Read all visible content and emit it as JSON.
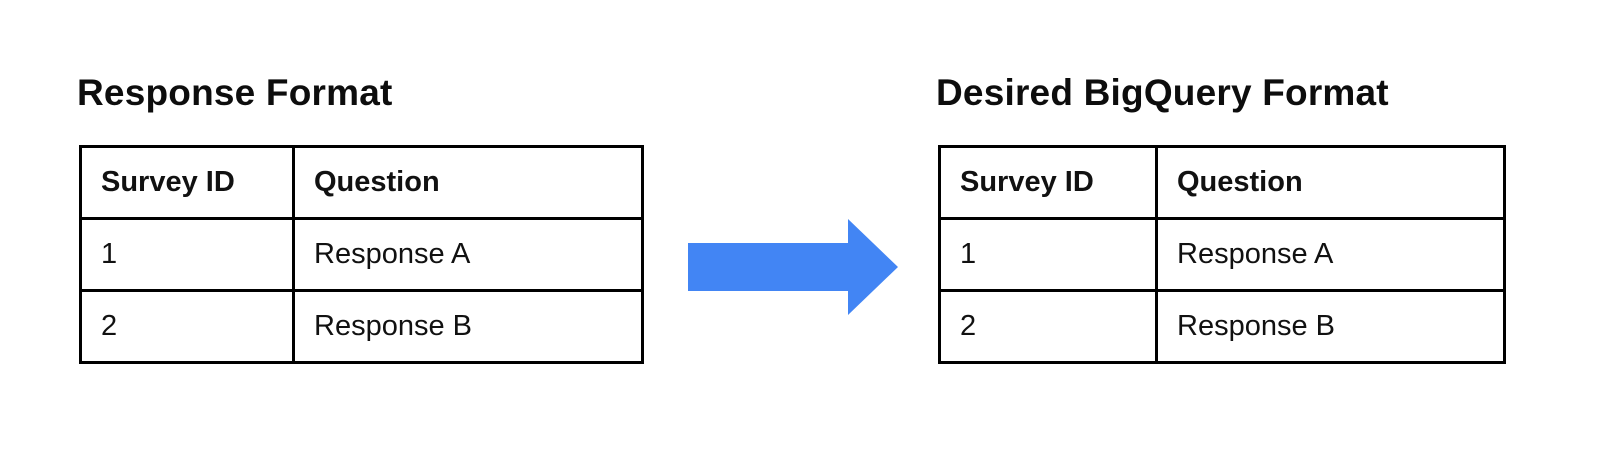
{
  "page": {
    "background_color": "#ffffff"
  },
  "colors": {
    "arrow_blue": "#4285F4",
    "table_border": "#000000",
    "text": "#111111"
  },
  "left_panel": {
    "title": "Response Format",
    "table": {
      "headers": [
        "Survey ID",
        "Question"
      ],
      "rows": [
        [
          "1",
          "Response A"
        ],
        [
          "2",
          "Response B"
        ]
      ]
    }
  },
  "arrow": {
    "icon": "right-arrow-icon",
    "direction": "right"
  },
  "right_panel": {
    "title": "Desired BigQuery Format",
    "table": {
      "headers": [
        "Survey ID",
        "Question"
      ],
      "rows": [
        [
          "1",
          "Response A"
        ],
        [
          "2",
          "Response B"
        ]
      ]
    }
  }
}
